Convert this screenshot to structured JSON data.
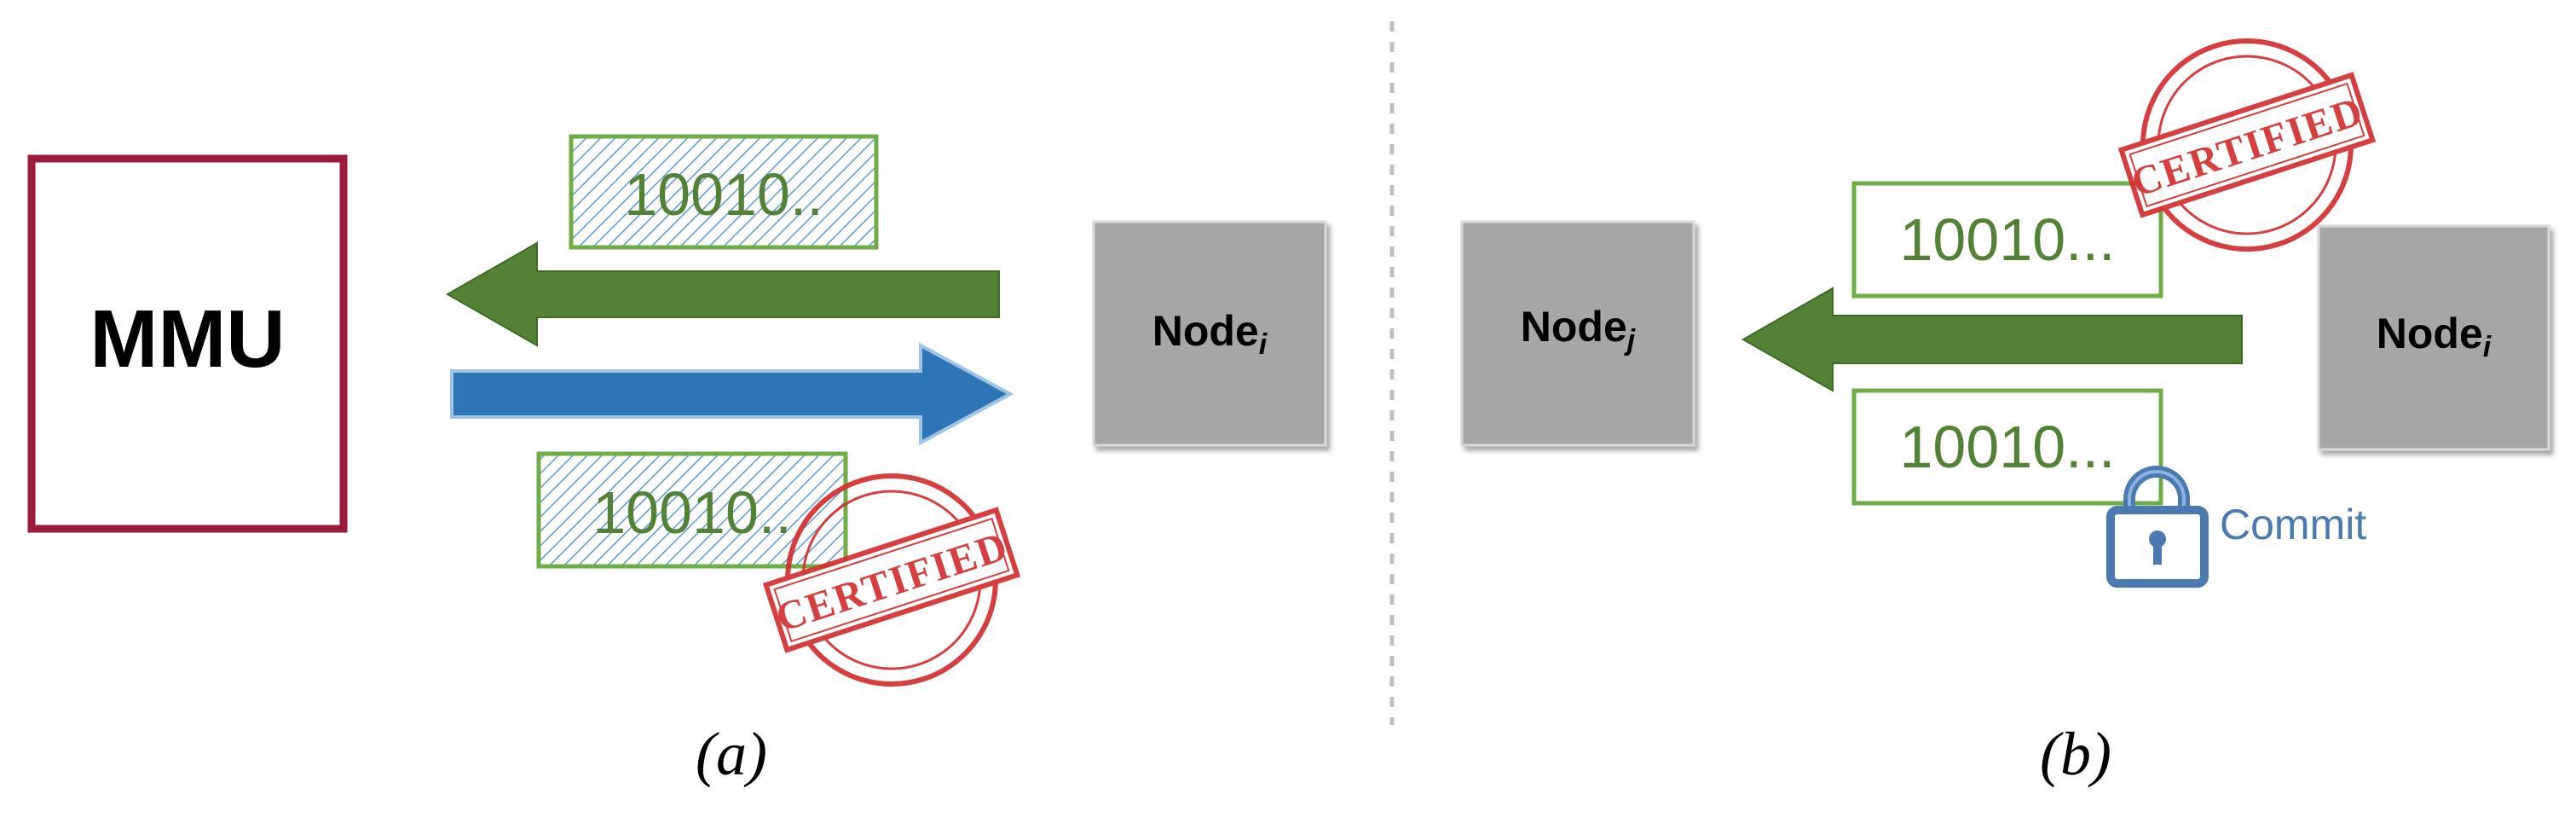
{
  "panel_a": {
    "mmu_label": "MMU",
    "node_label": "Node",
    "node_subscript": "i",
    "packet_top": "10010..",
    "packet_bottom": "10010..",
    "stamp": "CERTIFIED",
    "caption": "(a)"
  },
  "panel_b": {
    "node_left_label": "Node",
    "node_left_subscript": "j",
    "node_right_label": "Node",
    "node_right_subscript": "i",
    "packet_top": "10010...",
    "packet_bottom": "10010...",
    "stamp": "CERTIFIED",
    "commit_label": "Commit",
    "caption": "(b)"
  },
  "colors": {
    "mmu_border": "#9c1a3c",
    "green_arrow": "#548235",
    "blue_arrow": "#2e75b6",
    "packet_border": "#70ad47",
    "packet_text": "#538135",
    "hatch": "#5b9bd5",
    "node_fill": "#a6a6a6",
    "stamp_red": "#d32f2f",
    "lock_blue": "#4a7ab0",
    "divider": "#bfbfbf"
  }
}
